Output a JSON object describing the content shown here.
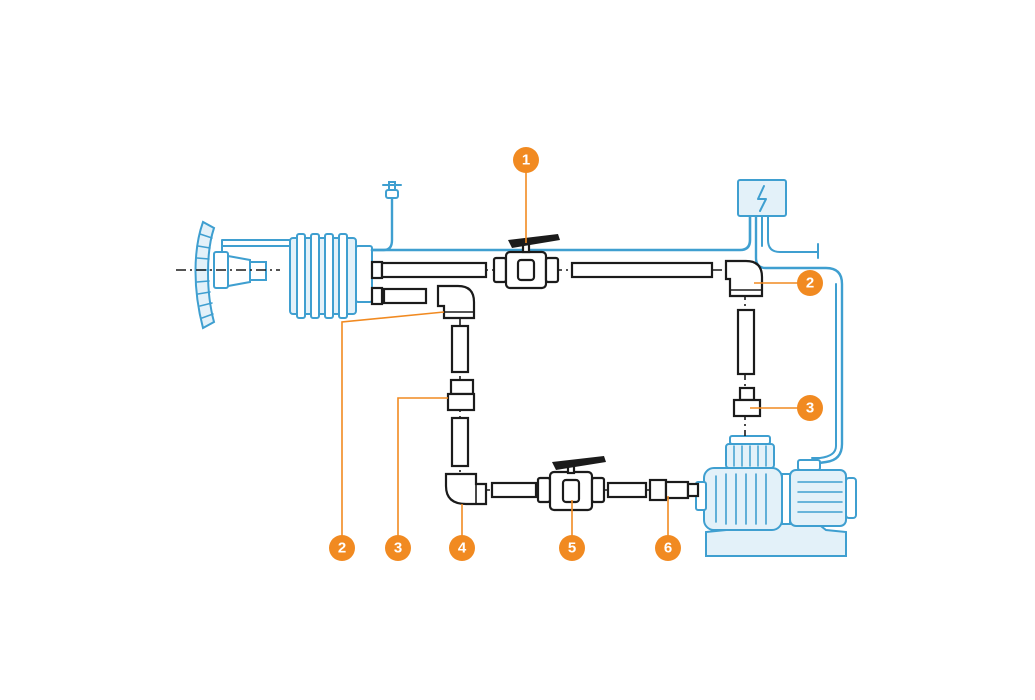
{
  "colors": {
    "accent_orange": "#f18a21",
    "equipment_blue": "#3f9fd0",
    "pipe_outline": "#1b1b1b",
    "background": "#ffffff"
  },
  "icons": {
    "electrical_box": "lightning-bolt-icon"
  },
  "callouts": [
    {
      "id": "ball-valve-top",
      "label": "1"
    },
    {
      "id": "elbow-right",
      "label": "2"
    },
    {
      "id": "reducer-right",
      "label": "3"
    },
    {
      "id": "elbow-left",
      "label": "2"
    },
    {
      "id": "reducer-left",
      "label": "3"
    },
    {
      "id": "elbow-bottom",
      "label": "4"
    },
    {
      "id": "ball-valve-bottom",
      "label": "5"
    },
    {
      "id": "union-adapter",
      "label": "6"
    }
  ]
}
